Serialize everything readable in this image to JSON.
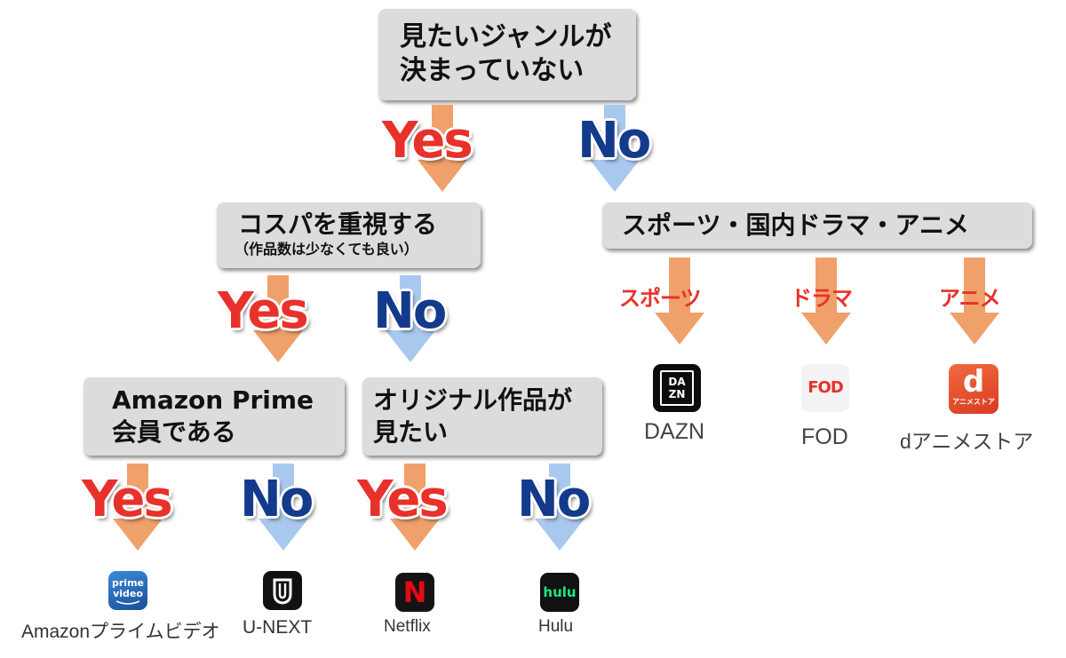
{
  "nodes": {
    "root": {
      "line1": "見たいジャンルが",
      "line2": "決まっていない"
    },
    "cospa": {
      "line1": "コスパを重視する",
      "line2": "（作品数は少なくても良い）"
    },
    "genre": {
      "line1": "スポーツ・国内ドラマ・アニメ"
    },
    "amazon_member": {
      "line1": "Amazon Prime",
      "line2": "会員である"
    },
    "original": {
      "line1": "オリジナル作品が",
      "line2": "見たい"
    }
  },
  "labels": {
    "yes": "Yes",
    "no": "No"
  },
  "categories": {
    "sports": "スポーツ",
    "drama": "ドラマ",
    "anime": "アニメ"
  },
  "services": {
    "amazon": {
      "name": "Amazonプライムビデオ",
      "icon_line1": "prime",
      "icon_line2": "video"
    },
    "unext": {
      "name": "U-NEXT"
    },
    "netflix": {
      "name": "Netflix",
      "icon_text": "N"
    },
    "hulu": {
      "name": "Hulu",
      "icon_text": "hulu"
    },
    "dazn": {
      "name": "DAZN",
      "icon_line1": "DA",
      "icon_line2": "ZN"
    },
    "fod": {
      "name": "FOD",
      "icon_text": "FOD"
    },
    "danime": {
      "name": "dアニメストア",
      "icon_text": "d",
      "icon_sub": "アニメストア"
    }
  },
  "colors": {
    "yes_arrow": "#f0a06a",
    "no_arrow": "#a9c8ee",
    "yes_text": "#e8312a",
    "no_text": "#143a8c",
    "box": "#dcdcdc"
  }
}
